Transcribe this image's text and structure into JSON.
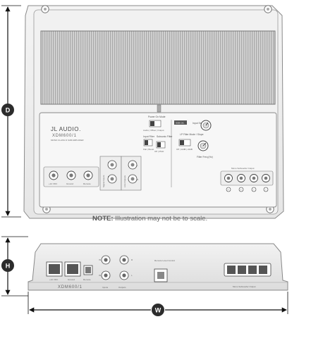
{
  "top_view": {
    "brand": "JL AUDIO.",
    "model": "XDM600/1",
    "subtitle": "MONO CLASS D SUB AMPLIFIER",
    "power_on_mode": {
      "label": "Power On Mode",
      "options": "Audio  |  Offset  |  Output"
    },
    "input_filter": {
      "label": "Input Filter",
      "value": "Flat  |  Boost"
    },
    "subsonic_filter": {
      "label": "Subsonic Filter",
      "value": "Off  |  25Hz"
    },
    "sub_tag": "SUB LVL",
    "input_sens": "Input Sens.",
    "lp_filter": {
      "label": "LP Filter Mode / Slope",
      "value": "Off  |  12dB  |  24dB"
    },
    "filter_freq": "Filter Freq (Hz)",
    "mono_out_label": "Mono Subwoofer Output",
    "inputs_label": "Signal Inputs",
    "line_out_label": "Line Outputs",
    "ch_l": "L",
    "ch_r": "R",
    "power_labels": [
      "+12 VDC",
      "Ground",
      "Remote"
    ],
    "term_signs": [
      "+",
      "+",
      "−",
      "−"
    ],
    "note_bold": "NOTE:",
    "note_text": " Illustration may not be to scale."
  },
  "side_view": {
    "model": "XDM600/1",
    "power_labels": [
      "+12 VDC",
      "Ground",
      "Remote"
    ],
    "rca_labels": [
      "IN",
      "R",
      "IN",
      "L"
    ],
    "rca_bottom": [
      "Inputs",
      "Outputs"
    ],
    "remote_label": "Remote Level Control",
    "out_label": "Mono Subwoofer Output"
  },
  "dimensions": {
    "depth": "D",
    "height": "H",
    "width": "W"
  }
}
